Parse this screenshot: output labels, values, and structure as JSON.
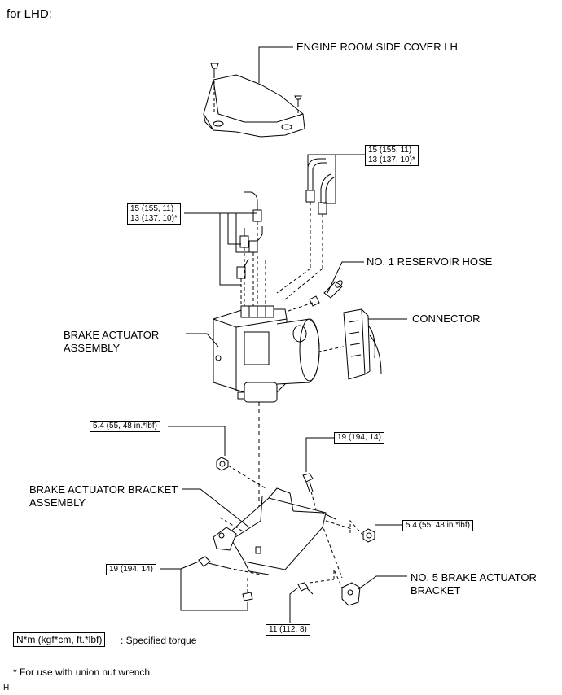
{
  "header": {
    "variant": "for LHD:"
  },
  "parts": {
    "engine_cover": "ENGINE ROOM SIDE COVER LH",
    "reservoir_hose": "NO. 1 RESERVOIR HOSE",
    "connector": "CONNECTOR",
    "actuator_line1": "BRAKE ACTUATOR",
    "actuator_line2": "ASSEMBLY",
    "bracket_asm_line1": "BRAKE ACTUATOR BRACKET",
    "bracket_asm_line2": "ASSEMBLY",
    "no5_line1": "NO. 5 BRAKE ACTUATOR",
    "no5_line2": "BRACKET"
  },
  "torques": {
    "right_tubes_1": "15 (155, 11)",
    "right_tubes_2": "13 (137, 10)*",
    "left_tubes_1": "15 (155, 11)",
    "left_tubes_2": "13 (137, 10)*",
    "nut_left": "5.4 (55, 48 in.*lbf)",
    "bolt_center": "19 (194, 14)",
    "nut_right": "5.4 (55, 48 in.*lbf)",
    "bolt_left": "19 (194, 14)",
    "bolt_bottom": "11 (112, 8)"
  },
  "legend": {
    "unit_box": "N*m (kgf*cm, ft.*lbf)",
    "unit_desc": ": Specified torque",
    "footnote": "* For use with union nut wrench",
    "corner_mark": "H"
  }
}
